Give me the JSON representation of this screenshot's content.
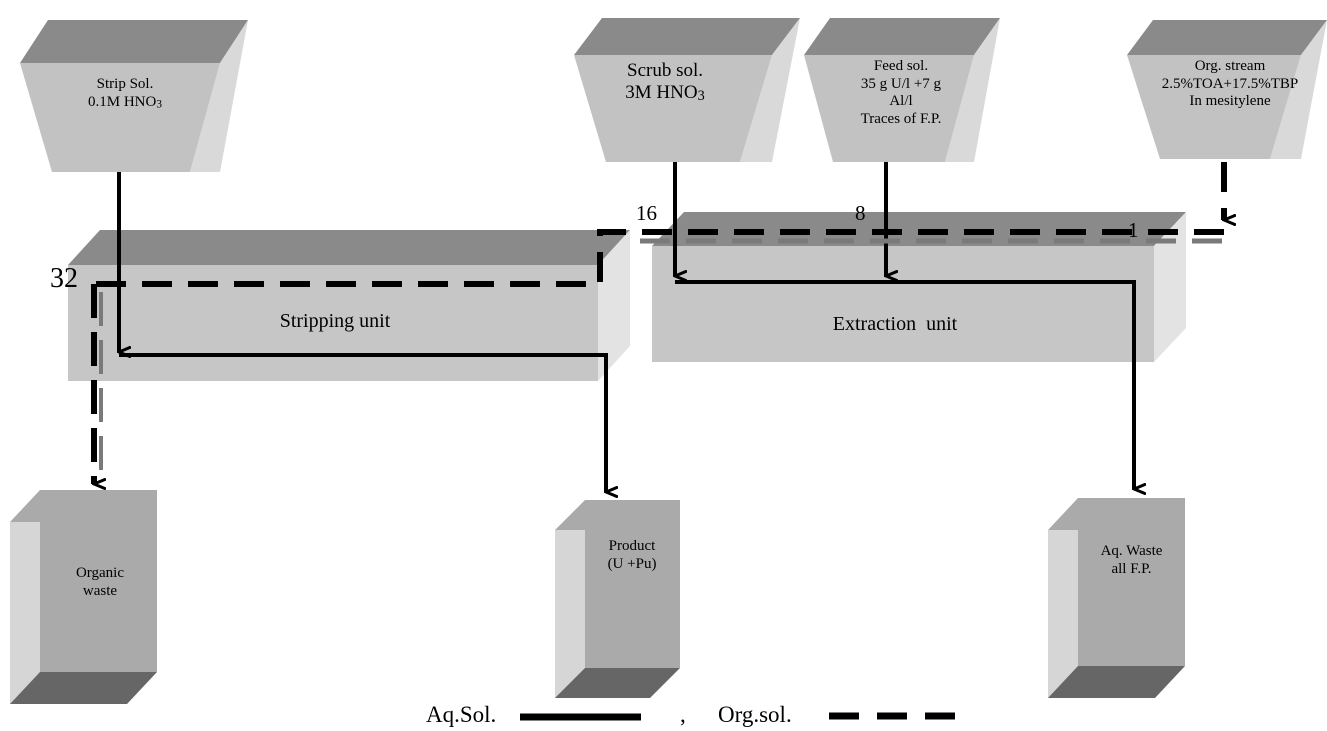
{
  "hoppers": {
    "strip": {
      "line1": "Strip Sol.",
      "line2_text": "0.1M HNO",
      "line2_sub": "3"
    },
    "scrub": {
      "line1": "Scrub sol.",
      "line2_text": "3M HNO",
      "line2_sub": "3"
    },
    "feed": {
      "line1": "Feed sol.",
      "line2": "35 g U/l +7 g",
      "line3": "Al/l",
      "line4": "Traces of F.P."
    },
    "org": {
      "line1": "Org. stream",
      "line2": "2.5%TOA+17.5%TBP",
      "line3": "In mesitylene"
    }
  },
  "units": {
    "stripping": "Stripping unit",
    "extraction": "Extraction  unit"
  },
  "stage_numbers": {
    "s32": "32",
    "s16": "16",
    "s8": "8",
    "s1": "1"
  },
  "outputs": {
    "organic_waste": {
      "line1": "Organic",
      "line2": "waste"
    },
    "product": {
      "line1": "Product",
      "line2": "(U +Pu)"
    },
    "aq_waste": {
      "line1": "Aq. Waste",
      "line2": "all F.P."
    }
  },
  "legend": {
    "aq_label": "Aq.Sol.",
    "separator": ",",
    "org_label": "Org.sol."
  }
}
